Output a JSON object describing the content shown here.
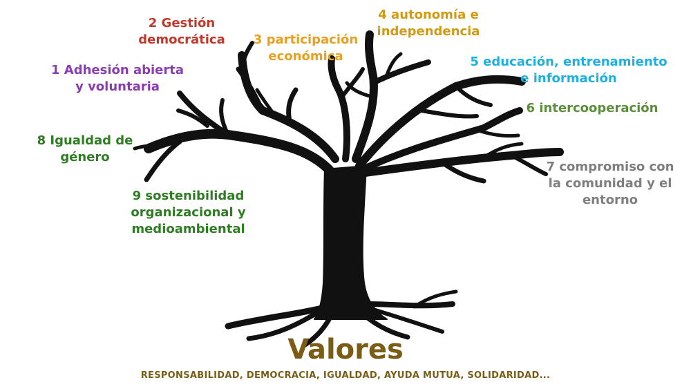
{
  "colors": {
    "purple": "#8a3cb0",
    "red": "#c0392b",
    "orange": "#e8a020",
    "gold": "#d29a10",
    "cyan": "#1fb0e0",
    "green": "#5a8f3a",
    "gray": "#7f7f7f",
    "darkgreen": "#2e7d22",
    "olive": "#7a5c14",
    "tree": "#111111"
  },
  "principles": [
    {
      "lines": [
        "1 Adhesión abierta",
        "y voluntaria"
      ],
      "color": "#8a3cb0"
    },
    {
      "lines": [
        "2 Gestión",
        "democrática"
      ],
      "color": "#c0392b"
    },
    {
      "lines": [
        "3 participación",
        "económica"
      ],
      "color": "#e8a020"
    },
    {
      "lines": [
        "4 autonomía e",
        "independencia"
      ],
      "color": "#d29a10"
    },
    {
      "lines": [
        "5 educación, entrenamiento",
        "e información"
      ],
      "color": "#1fb0e0"
    },
    {
      "lines": [
        "6 intercooperación"
      ],
      "color": "#5a8f3a"
    },
    {
      "lines": [
        "7 compromiso con",
        "la comunidad y el",
        "entorno"
      ],
      "color": "#7f7f7f"
    },
    {
      "lines": [
        "8 Igualdad de",
        "género"
      ],
      "color": "#2e7d22"
    },
    {
      "lines": [
        "9 sostenibilidad",
        "organizacional y",
        "medioambiental"
      ],
      "color": "#2e7d22"
    }
  ],
  "title": "Valores",
  "subtitle": "RESPONSABILIDAD, DEMOCRACIA, IGUALDAD, AYUDA MUTUA, SOLIDARIDAD..."
}
